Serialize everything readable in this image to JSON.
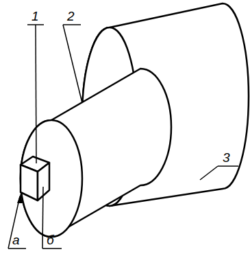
{
  "diagram": {
    "labels": [
      "1",
      "2",
      "3",
      "а",
      "б"
    ]
  }
}
